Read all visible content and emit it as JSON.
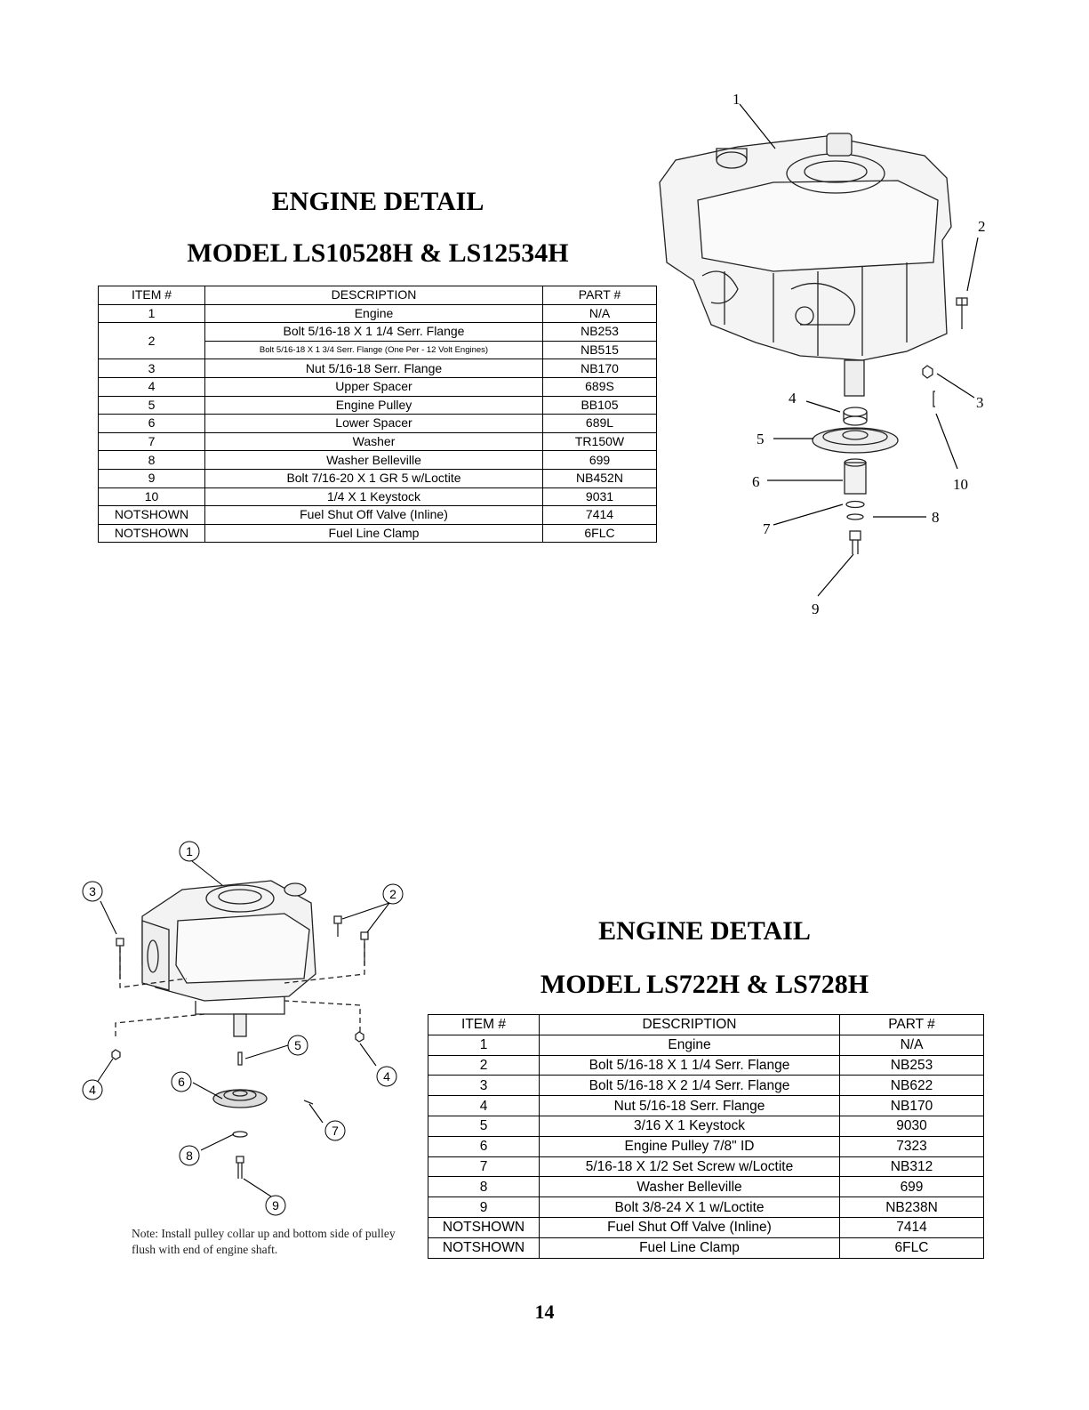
{
  "section_a": {
    "title": "ENGINE DETAIL",
    "model": "MODEL LS10528H & LS12534H",
    "headers": [
      "ITEM #",
      "DESCRIPTION",
      "PART #"
    ],
    "rows": [
      {
        "item": "1",
        "description": "Engine",
        "part": "N/A"
      },
      {
        "item": "2",
        "description": "Bolt 5/16-18 X 1 1/4 Serr. Flange",
        "part": "NB253"
      },
      {
        "item": "",
        "description": "Bolt 5/16-18 X 1 3/4 Serr. Flange (One Per - 12 Volt Engines)",
        "part": "NB515"
      },
      {
        "item": "3",
        "description": "Nut 5/16-18 Serr. Flange",
        "part": "NB170"
      },
      {
        "item": "4",
        "description": "Upper Spacer",
        "part": "689S"
      },
      {
        "item": "5",
        "description": "Engine Pulley",
        "part": "BB105"
      },
      {
        "item": "6",
        "description": "Lower Spacer",
        "part": "689L"
      },
      {
        "item": "7",
        "description": "Washer",
        "part": "TR150W"
      },
      {
        "item": "8",
        "description": "Washer Belleville",
        "part": "699"
      },
      {
        "item": "9",
        "description": "Bolt 7/16-20 X 1 GR 5 w/Loctite",
        "part": "NB452N"
      },
      {
        "item": "10",
        "description": "1/4 X 1 Keystock",
        "part": "9031"
      },
      {
        "item": "NOTSHOWN",
        "description": "Fuel Shut Off Valve (Inline)",
        "part": "7414"
      },
      {
        "item": "NOTSHOWN",
        "description": "Fuel Line Clamp",
        "part": "6FLC"
      }
    ],
    "callouts": [
      "1",
      "2",
      "3",
      "4",
      "5",
      "6",
      "7",
      "8",
      "9",
      "10"
    ]
  },
  "section_b": {
    "title": "ENGINE DETAIL",
    "model": "MODEL LS722H & LS728H",
    "headers": [
      "ITEM  #",
      "DESCRIPTION",
      "PART #"
    ],
    "rows": [
      {
        "item": "1",
        "description": "Engine",
        "part": "N/A"
      },
      {
        "item": "2",
        "description": "Bolt 5/16-18 X 1 1/4 Serr. Flange",
        "part": "NB253"
      },
      {
        "item": "3",
        "description": "Bolt 5/16-18 X 2 1/4 Serr. Flange",
        "part": "NB622"
      },
      {
        "item": "4",
        "description": "Nut 5/16-18 Serr. Flange",
        "part": "NB170"
      },
      {
        "item": "5",
        "description": "3/16 X 1 Keystock",
        "part": "9030"
      },
      {
        "item": "6",
        "description": "Engine Pulley 7/8\" ID",
        "part": "7323"
      },
      {
        "item": "7",
        "description": "5/16-18 X 1/2 Set Screw w/Loctite",
        "part": "NB312"
      },
      {
        "item": "8",
        "description": "Washer Belleville",
        "part": "699"
      },
      {
        "item": "9",
        "description": "Bolt 3/8-24 X 1 w/Loctite",
        "part": "NB238N"
      },
      {
        "item": "NOTSHOWN",
        "description": "Fuel Shut Off Valve (Inline)",
        "part": "7414"
      },
      {
        "item": "NOTSHOWN",
        "description": "Fuel Line Clamp",
        "part": "6FLC"
      }
    ],
    "callouts": [
      "1",
      "2",
      "3",
      "4",
      "4",
      "5",
      "6",
      "7",
      "8",
      "9"
    ],
    "note": "Note:  Install pulley collar up and bottom side of pulley flush with end of engine shaft."
  },
  "page_number": "14"
}
